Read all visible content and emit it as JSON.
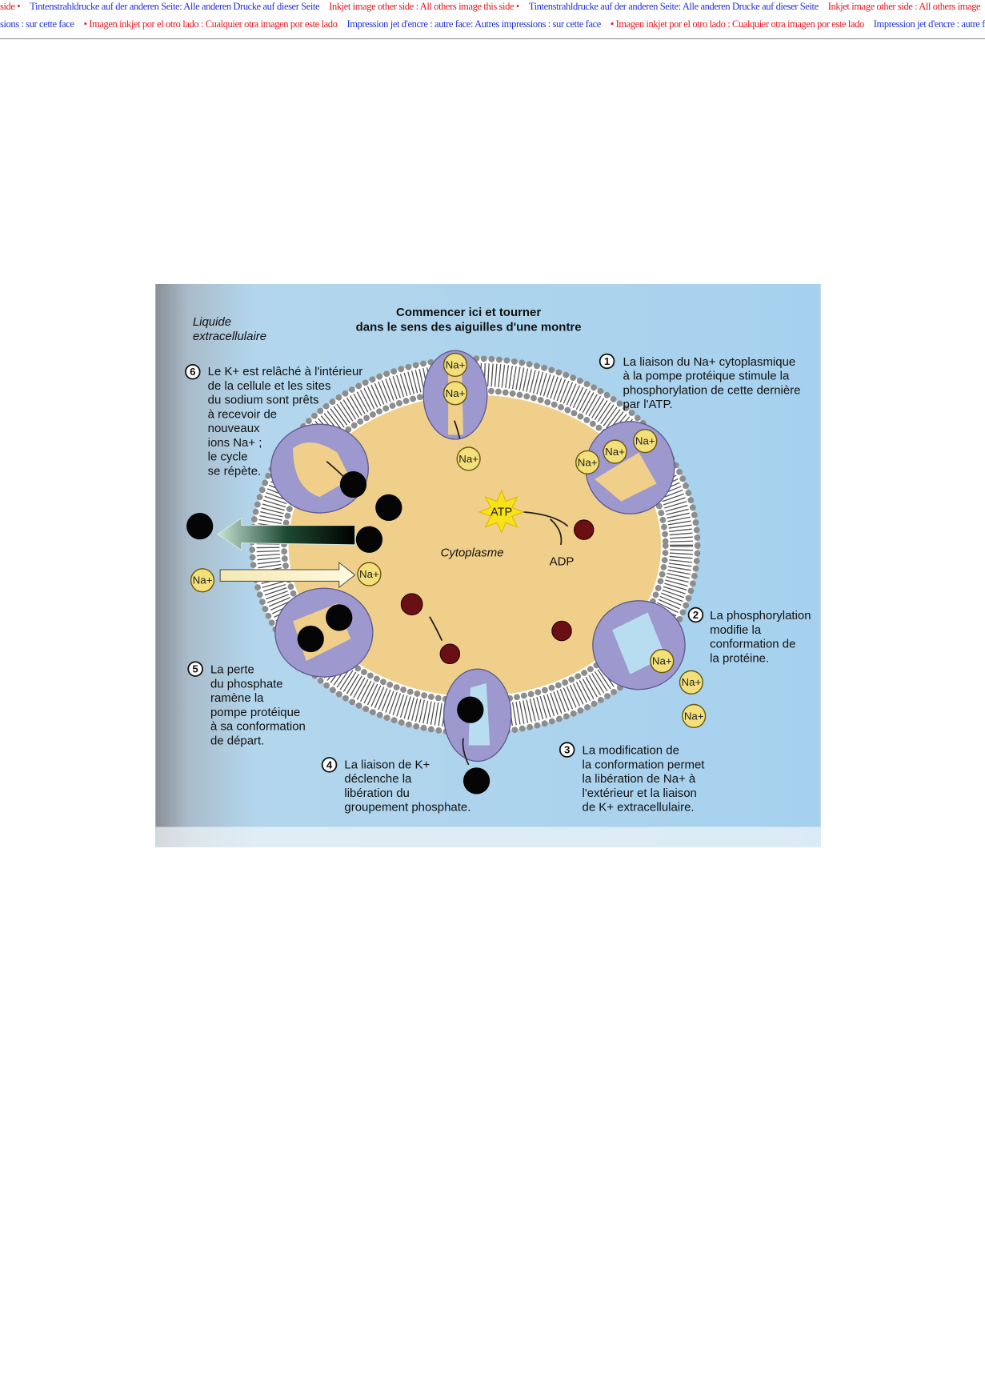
{
  "header": {
    "line1": [
      {
        "text": "side •",
        "color": "red"
      },
      {
        "text": "Tintenstrahldrucke auf der anderen Seite: Alle anderen Drucke auf dieser Seite",
        "color": "blue"
      },
      {
        "text": "Inkjet image other side : All others image this side •",
        "color": "red"
      },
      {
        "text": "Tintenstrahldrucke auf der anderen Seite: Alle anderen Drucke auf dieser Seite",
        "color": "blue"
      },
      {
        "text": "Inkjet image other side : All others image",
        "color": "red"
      }
    ],
    "line2": [
      {
        "text": "sions : sur cette face",
        "color": "blue"
      },
      {
        "text": "• Imagen inkjet por el otro lado : Cualquier otra imagen por este lado",
        "color": "red"
      },
      {
        "text": "Impression jet d'encre : autre face: Autres impressions : sur cette face",
        "color": "blue"
      },
      {
        "text": "• Imagen inkjet por el otro lado : Cualquier otra imagen por este lado",
        "color": "red"
      },
      {
        "text": "Impression jet d'encre : autre face: Autres in",
        "color": "blue"
      }
    ]
  },
  "diagram": {
    "region_label": [
      "Liquide",
      "extracellulaire"
    ],
    "title": [
      "Commencer ici et tourner",
      "dans le sens des aiguilles d'une montre"
    ],
    "cytoplasm_label": "Cytoplasme",
    "atp": "ATP",
    "adp": "ADP",
    "ion_na": "Na+",
    "colors": {
      "background": "#a9d3ec",
      "cytoplasm": "#f1d08a",
      "protein": "#9c97cc",
      "potassium": "#000000",
      "phosphate": "#6a0f14",
      "sodium": "#f3e07a"
    },
    "steps": [
      {
        "number": "1",
        "lines": [
          "La liaison du Na+ cytoplasmique",
          "à la pompe protéique stimule la",
          "phosphorylation de cette dernière",
          "par l'ATP."
        ]
      },
      {
        "number": "2",
        "lines": [
          "La phosphorylation",
          "modifie la",
          "conformation de",
          "la protéine."
        ]
      },
      {
        "number": "3",
        "lines": [
          "La modification de",
          "la conformation permet",
          "la libération de Na+ à",
          "l'extérieur et la liaison",
          "de K+ extracellulaire."
        ]
      },
      {
        "number": "4",
        "lines": [
          "La liaison de K+",
          "déclenche la",
          "libération du",
          "groupement phosphate."
        ]
      },
      {
        "number": "5",
        "lines": [
          "La perte",
          "du phosphate",
          "ramène la",
          "pompe protéique",
          "à sa conformation",
          "de départ."
        ]
      },
      {
        "number": "6",
        "lines": [
          "Le K+ est relâché à l'intérieur",
          "de la cellule et les sites",
          "du sodium sont prêts",
          "à recevoir de",
          "nouveaux",
          "ions Na+ ;",
          "le cycle",
          "se répète."
        ]
      }
    ]
  }
}
